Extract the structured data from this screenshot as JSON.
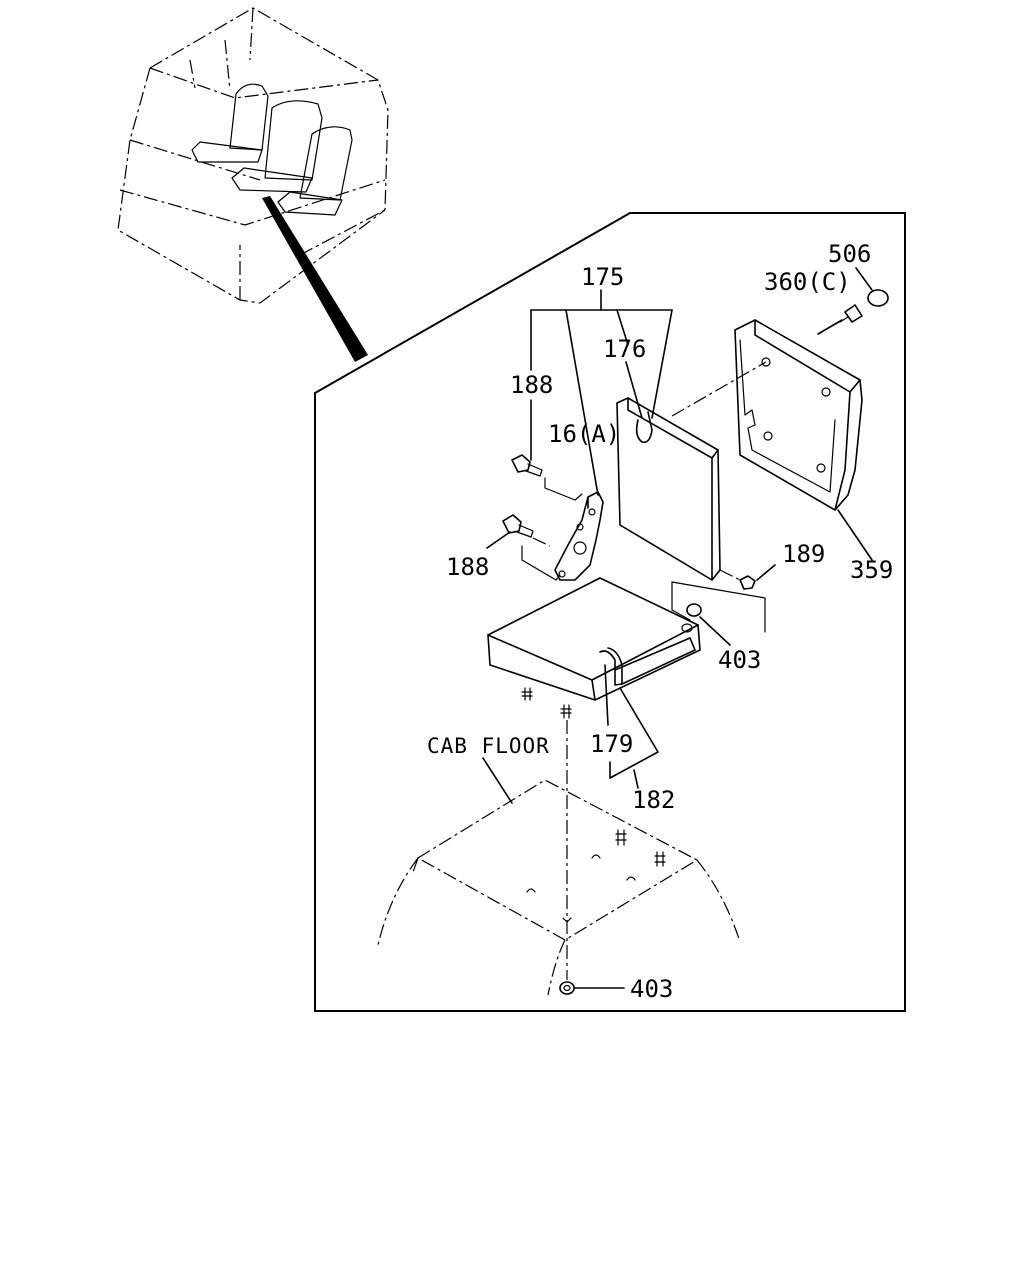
{
  "labels": {
    "p175": "175",
    "p176": "176",
    "p188_top": "188",
    "p16a": "16(A)",
    "p188_left": "188",
    "p189": "189",
    "p359": "359",
    "p506": "506",
    "p360c": "360(C)",
    "p403_mid": "403",
    "p179": "179",
    "p182": "182",
    "cab_floor": "CAB FLOOR",
    "p403_bottom": "403"
  }
}
